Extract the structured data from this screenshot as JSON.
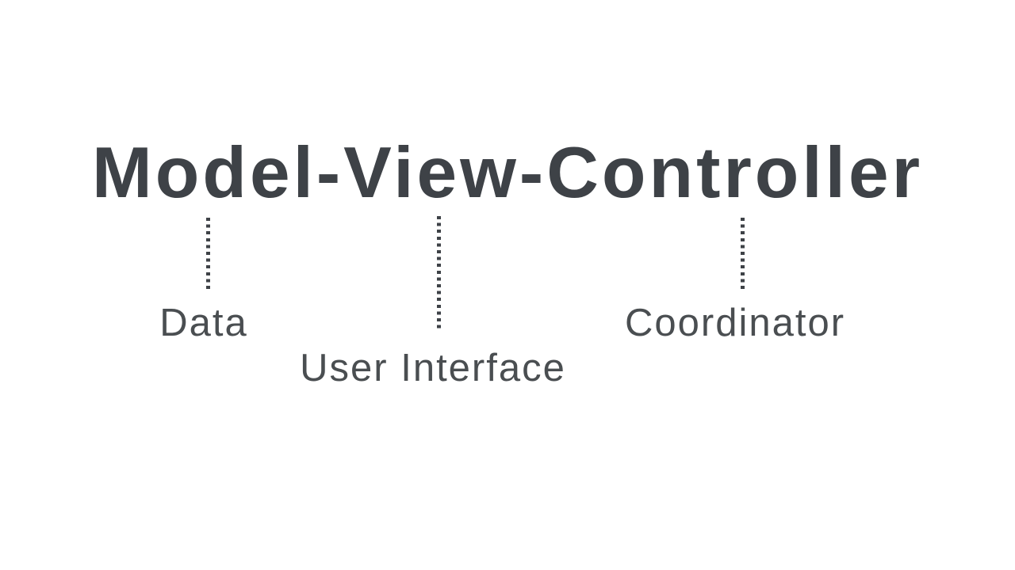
{
  "page": {
    "background_color": "#ffffff",
    "title_color": "#3e4247",
    "label_color": "#4a4e51",
    "connector_color": "#3e4247"
  },
  "diagram": {
    "title": "Model-View-Controller",
    "annotations": [
      {
        "term": "Model",
        "meaning": "Data"
      },
      {
        "term": "View",
        "meaning": "User Interface"
      },
      {
        "term": "Controller",
        "meaning": "Coordinator"
      }
    ]
  }
}
